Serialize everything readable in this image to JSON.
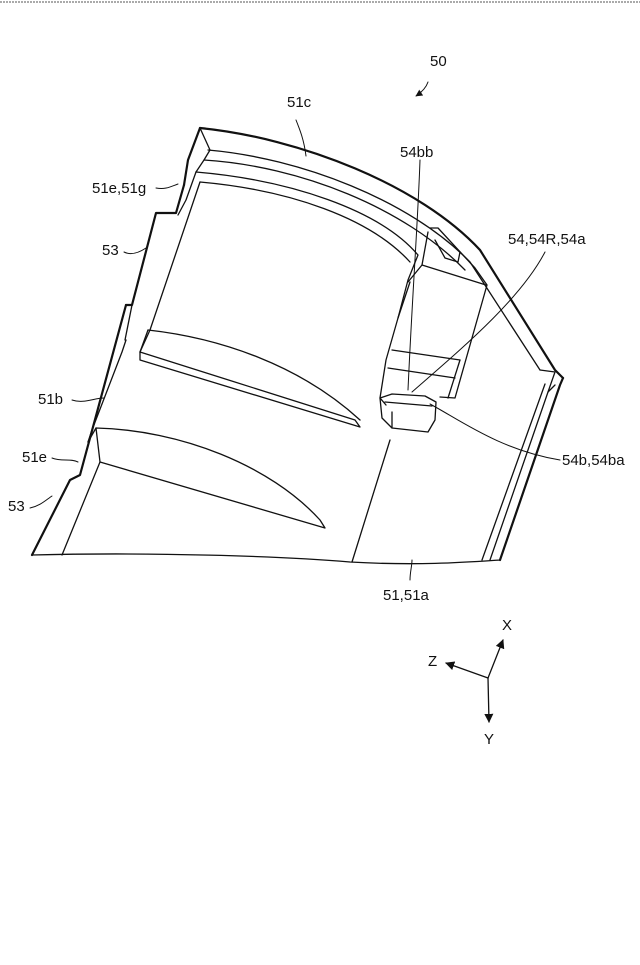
{
  "figure": {
    "reference_number": "50",
    "labels": {
      "l51c": "51c",
      "l51e51g": "51e,51g",
      "l53_top": "53",
      "l51b": "51b",
      "l51e": "51e",
      "l53_bottom": "53",
      "l54bb": "54bb",
      "l5454R54a": "54,54R,54a",
      "l54b54ba": "54b,54ba",
      "l5151a": "51,51a"
    },
    "axes": {
      "x": "X",
      "y": "Y",
      "z": "Z"
    }
  },
  "colors": {
    "stroke": "#111111",
    "background": "#ffffff"
  }
}
